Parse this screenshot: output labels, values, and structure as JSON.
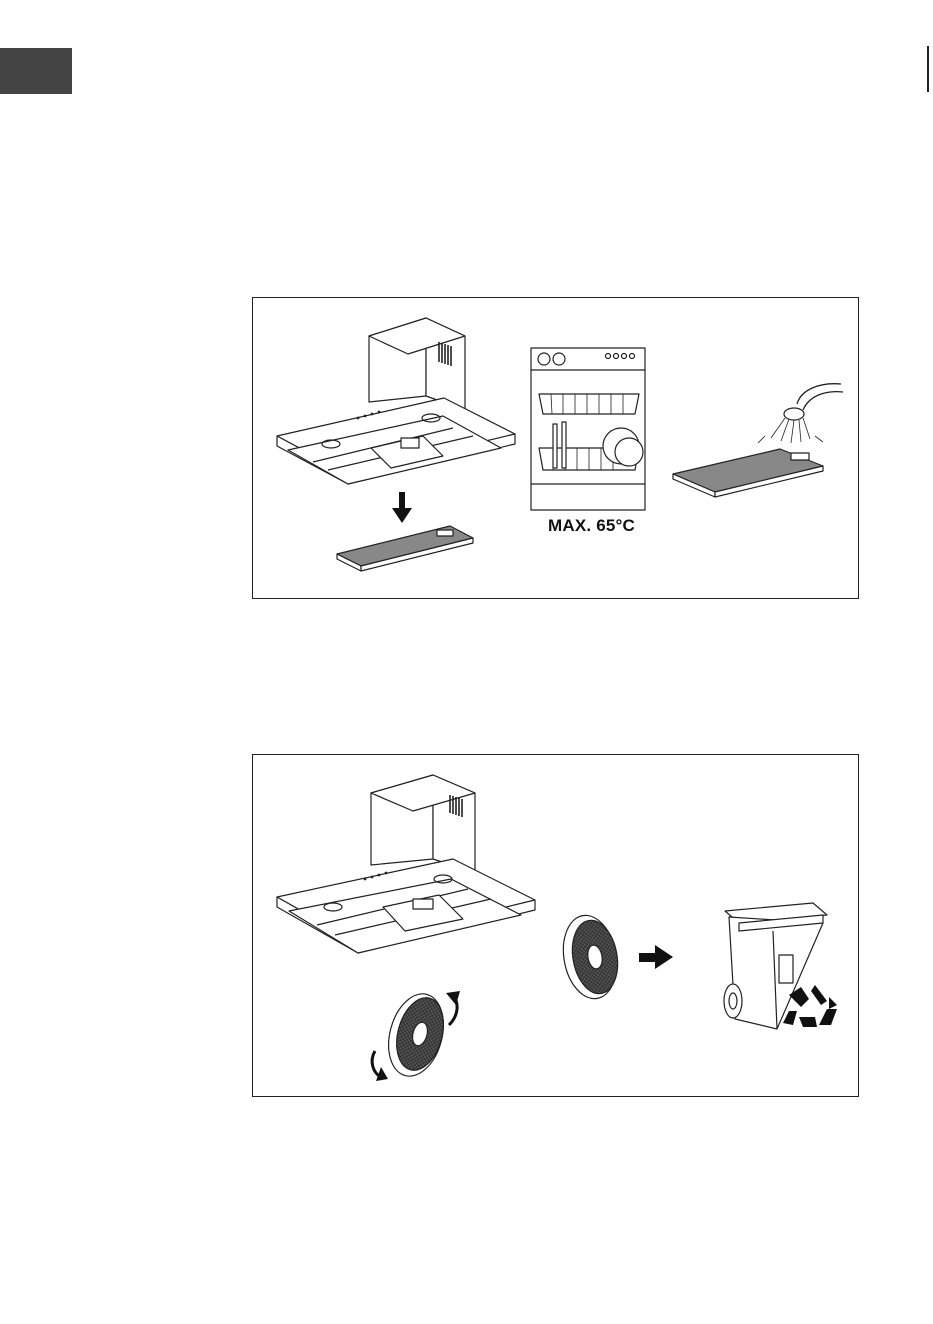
{
  "figure_1": {
    "temperature_label": "MAX. 65°C",
    "steps": [
      "hood-with-grease-filter",
      "dishwasher",
      "rinse-filter"
    ]
  },
  "figure_2": {
    "steps": [
      "hood-with-carbon-filter",
      "rotate-filter",
      "discard-filter",
      "recycle-bin"
    ]
  }
}
